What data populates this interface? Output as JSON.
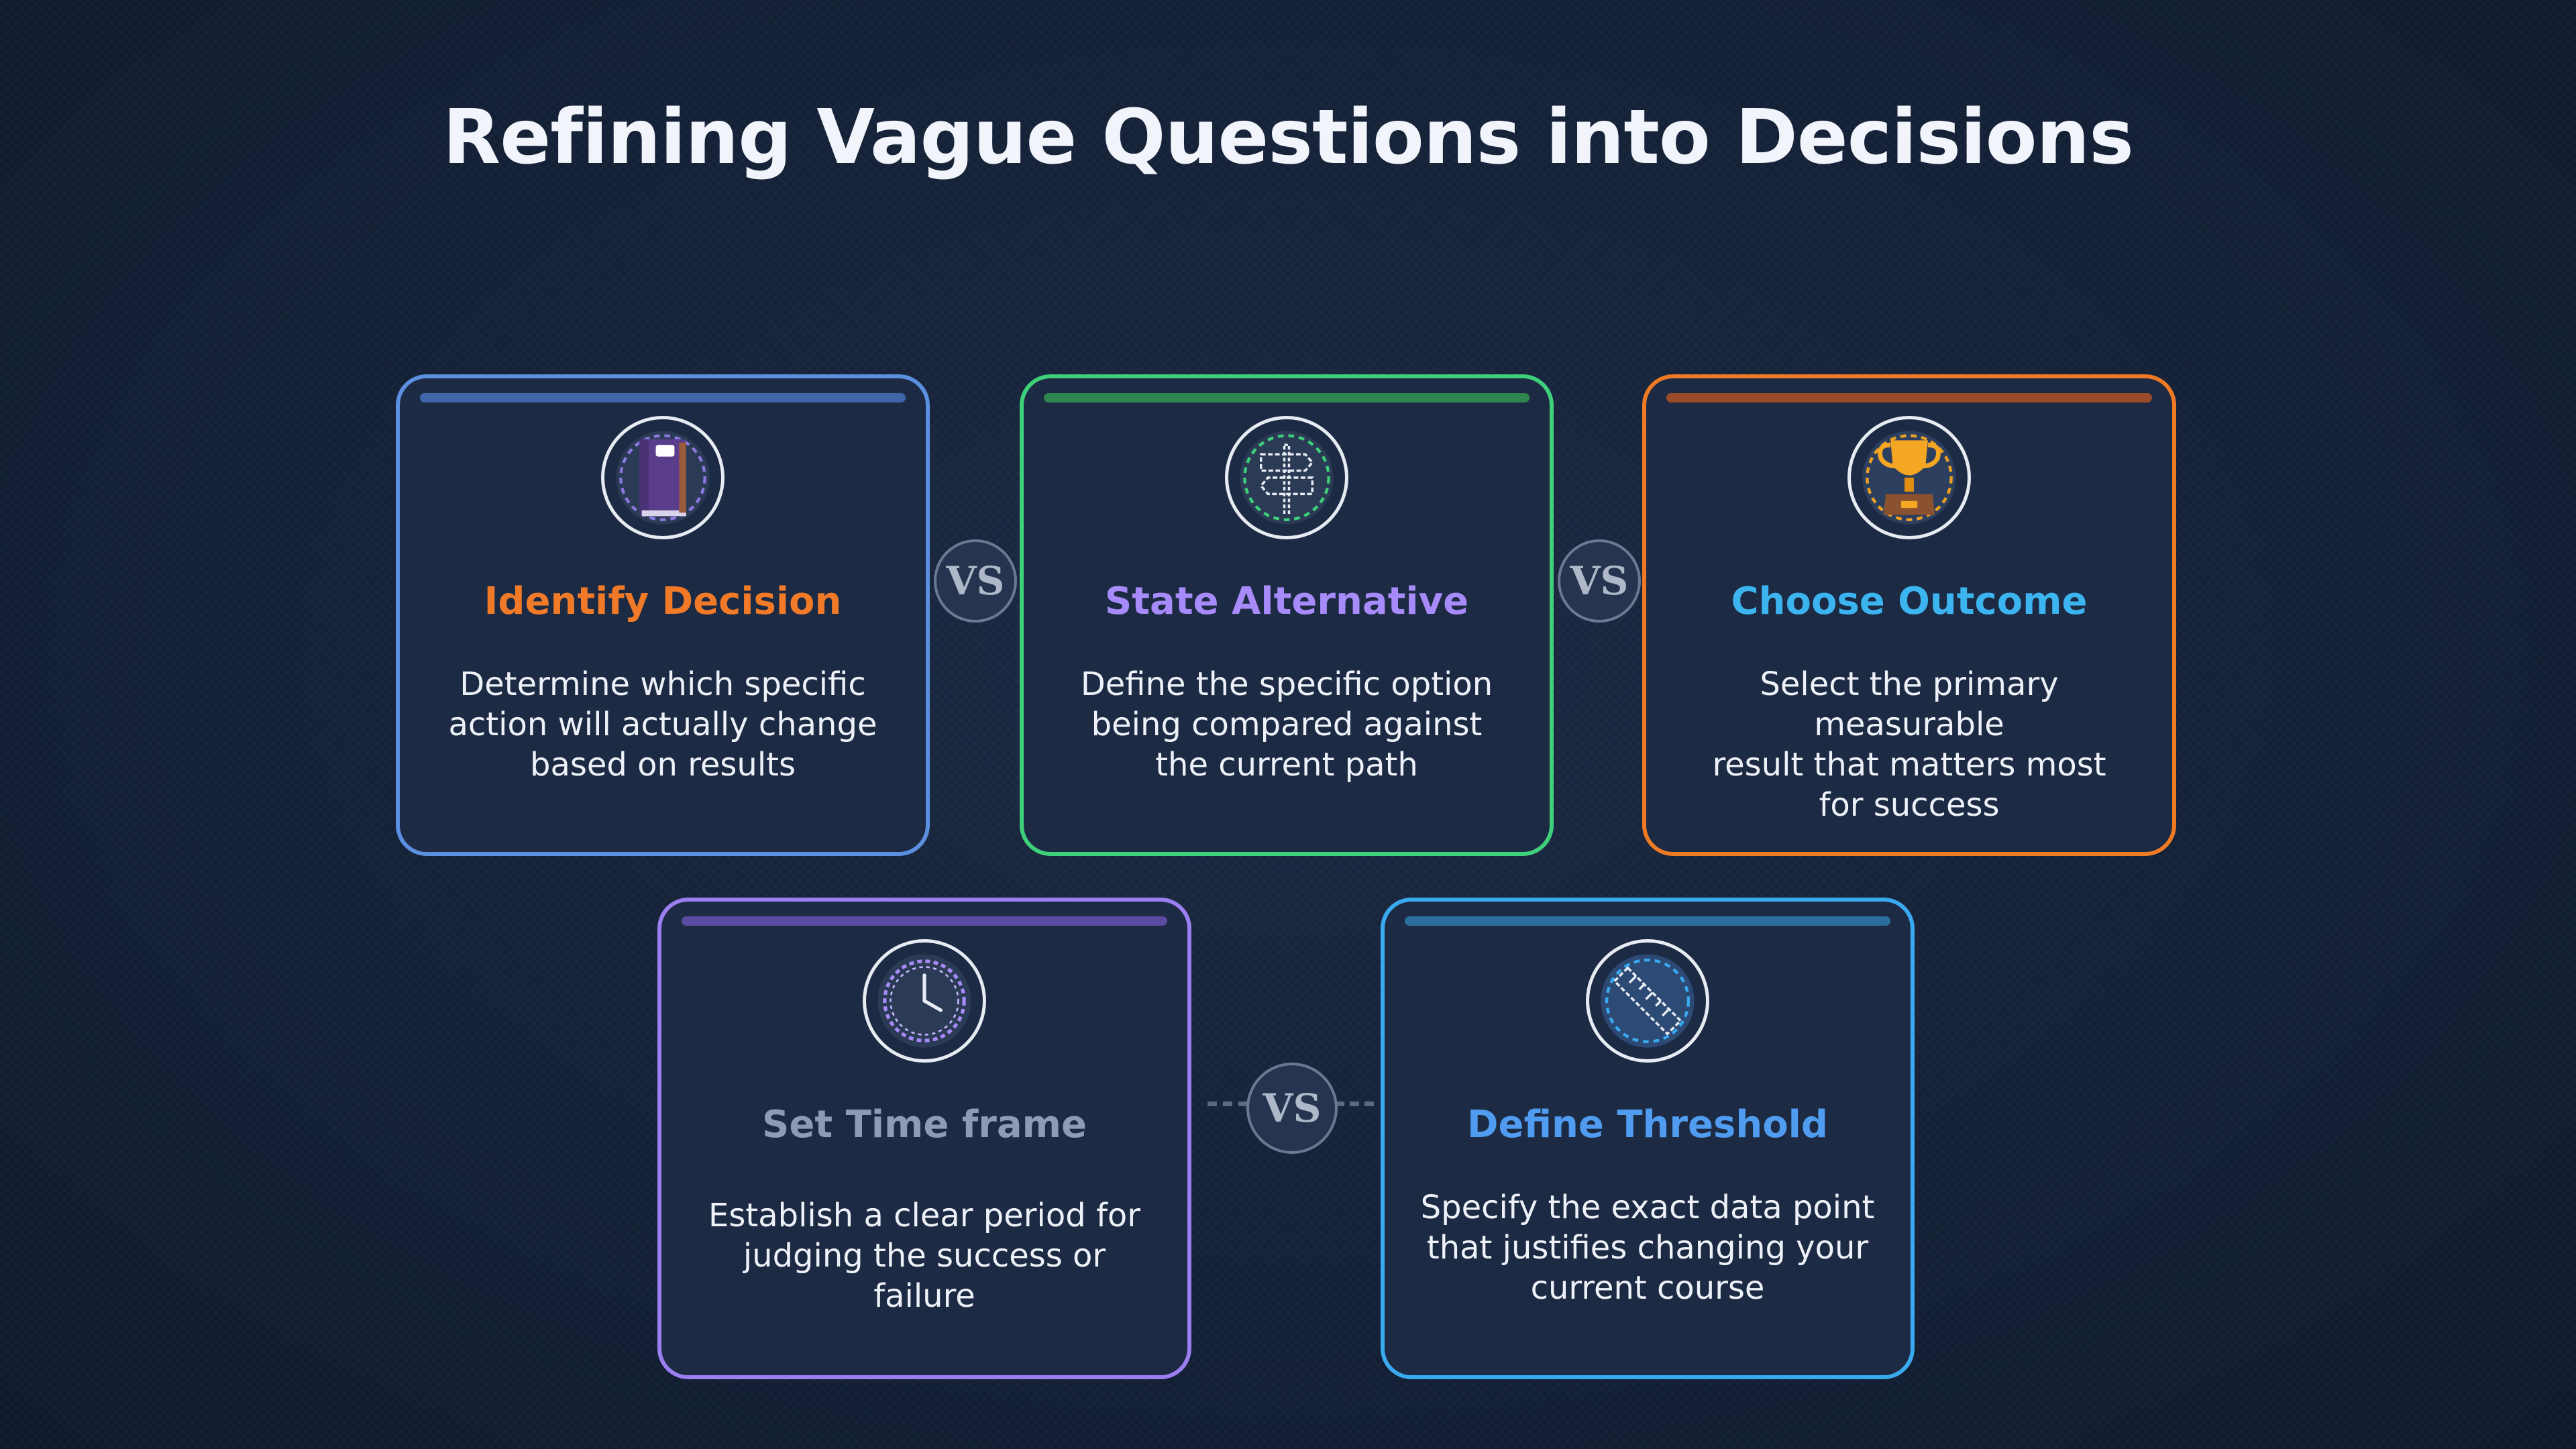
{
  "title": "Refining Vague Questions into Decisions",
  "vs_label": "VS",
  "cards": [
    {
      "heading": "Identify Decision",
      "lines": [
        "Determine which specific",
        "action will actually change",
        "based on results"
      ],
      "icon": "notebook-icon",
      "heading_color": "#f07a28",
      "border_color": "#5b8fe0"
    },
    {
      "heading": "State Alternative",
      "lines": [
        "Define the specific option",
        "being compared against",
        "the current path"
      ],
      "icon": "signpost-icon",
      "heading_color": "#a78bfa",
      "border_color": "#3ed07a"
    },
    {
      "heading": "Choose Outcome",
      "lines": [
        "Select the primary measurable",
        "result that matters most",
        "for success"
      ],
      "icon": "trophy-icon",
      "heading_color": "#3cb4f0",
      "border_color": "#ef7a24"
    },
    {
      "heading": "Set Time frame",
      "lines": [
        "Establish a clear period for",
        "judging the success or failure"
      ],
      "icon": "clock-icon",
      "heading_color": "#8e9bb4",
      "border_color": "#9b7ef0"
    },
    {
      "heading": "Define Threshold",
      "lines": [
        "Specify the exact data point",
        "that justifies changing your",
        "current course"
      ],
      "icon": "ruler-icon",
      "heading_color": "#4f9cf0",
      "border_color": "#3aaaf0"
    }
  ]
}
